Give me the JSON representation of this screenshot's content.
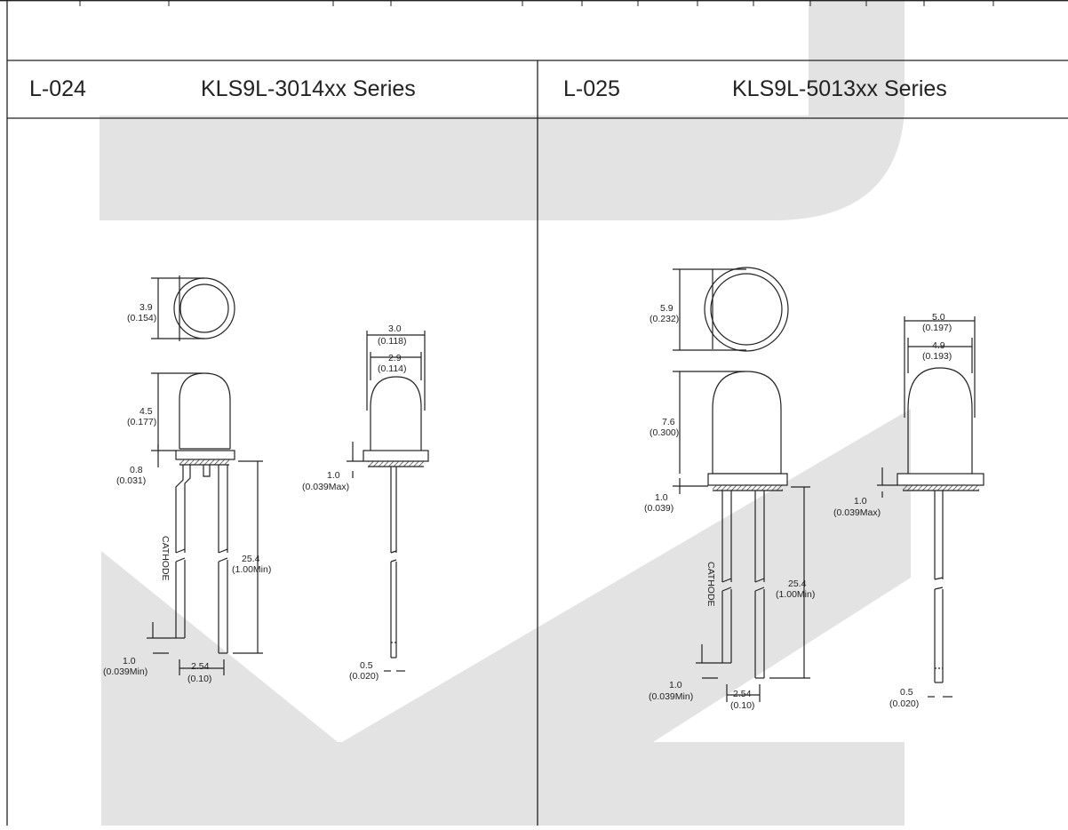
{
  "panels": [
    {
      "code": "L-024",
      "series": "KLS9L-3014xx  Series",
      "dims": {
        "lens_dia_mm": "3.9",
        "lens_dia_in": "(0.154)",
        "lens_h_mm": "4.5",
        "lens_h_in": "(0.177)",
        "flange_mm": "0.8",
        "flange_in": "(0.031)",
        "lead_len_mm": "25.4",
        "lead_len_in": "(1.00Min)",
        "lead_end_mm": "1.0",
        "lead_end_in": "(0.039Min)",
        "pitch_mm": "2.54",
        "pitch_in": "(0.10)",
        "outer_w_mm": "3.0",
        "outer_w_in": "(0.118)",
        "inner_w_mm": "2.9",
        "inner_w_in": "(0.114)",
        "side_flange_mm": "1.0",
        "side_flange_in": "(0.039Max)",
        "lead_w_mm": "0.5",
        "lead_w_in": "(0.020)",
        "cathode": "CATHODE"
      }
    },
    {
      "code": "L-025",
      "series": "KLS9L-5013xx  Series",
      "dims": {
        "lens_dia_mm": "5.9",
        "lens_dia_in": "(0.232)",
        "lens_h_mm": "7.6",
        "lens_h_in": "(0.300)",
        "flange_mm": "1.0",
        "flange_in": "(0.039)",
        "lead_len_mm": "25.4",
        "lead_len_in": "(1.00Min)",
        "lead_end_mm": "1.0",
        "lead_end_in": "(0.039Min)",
        "pitch_mm": "2.54",
        "pitch_in": "(0.10)",
        "outer_w_mm": "5.0",
        "outer_w_in": "(0.197)",
        "inner_w_mm": "4.9",
        "inner_w_in": "(0.193)",
        "side_flange_mm": "1.0",
        "side_flange_in": "(0.039Max)",
        "lead_w_mm": "0.5",
        "lead_w_in": "(0.020)",
        "cathode": "CATHODE"
      }
    }
  ],
  "colors": {
    "line": "#222222",
    "watermark": "#e3e3e3"
  },
  "watermark_icon": "k-logo-watermark"
}
